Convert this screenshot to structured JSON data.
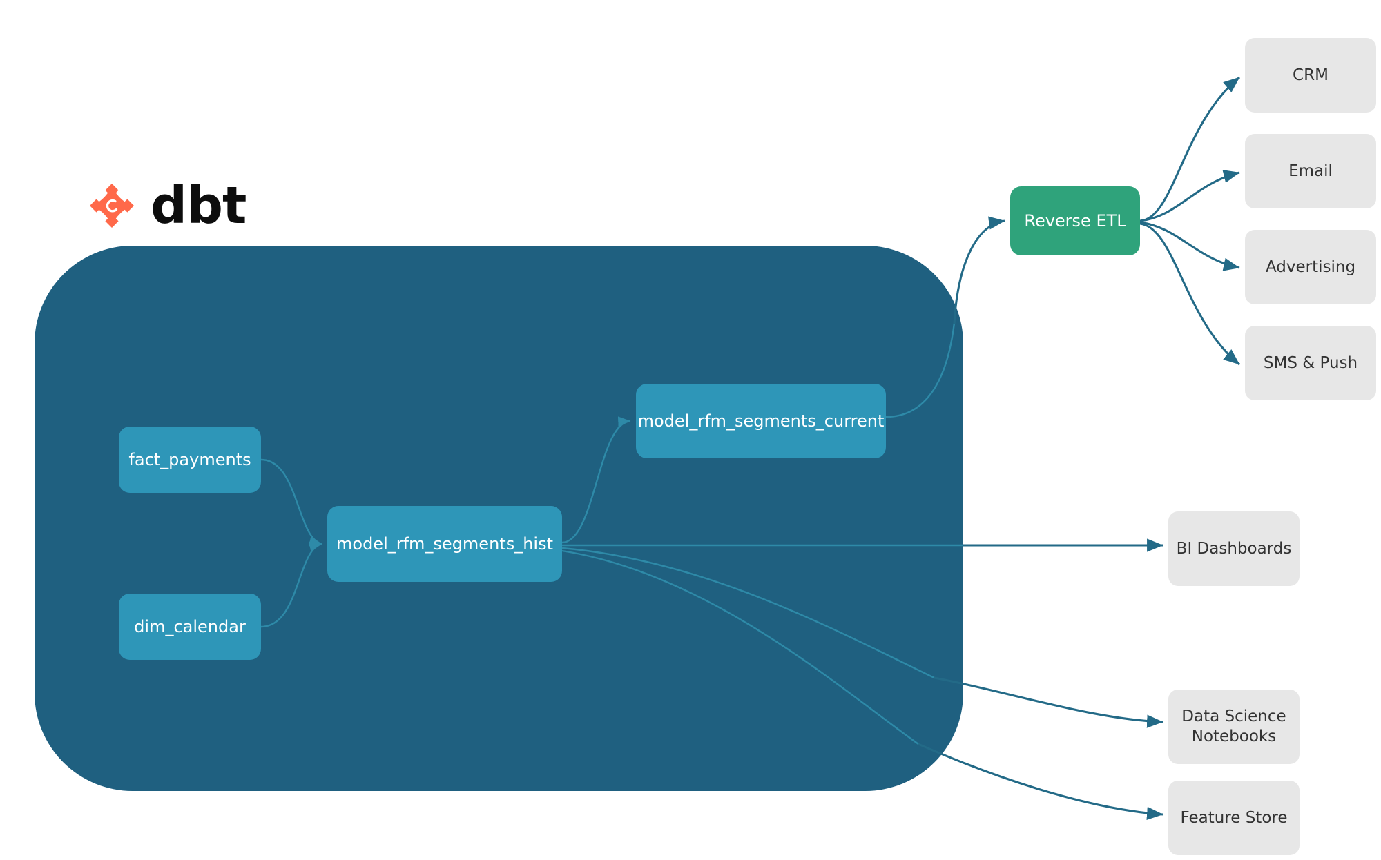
{
  "brand": {
    "name": "dbt",
    "logo_icon": "dbt-logo-icon",
    "logo_color": "#ff694a",
    "wordmark_color": "#0d0d0d"
  },
  "colors": {
    "container": "#1f6080",
    "model_node": "#2e96b8",
    "service_node": "#2fa37b",
    "destination_node": "#e7e7e7",
    "edge_outer": "#236a87",
    "edge_inner": "#2e8aa8",
    "background": "#ffffff"
  },
  "container": {
    "name": "dbt project warehouse boundary"
  },
  "models": [
    {
      "id": "fact_payments",
      "label": "fact_payments"
    },
    {
      "id": "dim_calendar",
      "label": "dim_calendar"
    },
    {
      "id": "model_rfm_segments_hist",
      "label": "model_rfm_segments_hist"
    },
    {
      "id": "model_rfm_segments_current",
      "label": "model_rfm_segments_current"
    }
  ],
  "services": [
    {
      "id": "reverse_etl",
      "label": "Reverse ETL"
    }
  ],
  "activation_destinations": [
    {
      "id": "crm",
      "label": "CRM"
    },
    {
      "id": "email",
      "label": "Email"
    },
    {
      "id": "advertising",
      "label": "Advertising"
    },
    {
      "id": "sms_push",
      "label": "SMS & Push"
    }
  ],
  "analytics_destinations": [
    {
      "id": "bi_dashboards",
      "label": "BI Dashboards"
    },
    {
      "id": "ds_notebooks",
      "label": "Data Science\nNotebooks",
      "line1": "Data Science",
      "line2": "Notebooks"
    },
    {
      "id": "feature_store",
      "label": "Feature Store"
    }
  ],
  "edges": [
    {
      "from": "fact_payments",
      "to": "model_rfm_segments_hist"
    },
    {
      "from": "dim_calendar",
      "to": "model_rfm_segments_hist"
    },
    {
      "from": "model_rfm_segments_hist",
      "to": "model_rfm_segments_current"
    },
    {
      "from": "model_rfm_segments_current",
      "to": "reverse_etl"
    },
    {
      "from": "model_rfm_segments_hist",
      "to": "bi_dashboards"
    },
    {
      "from": "model_rfm_segments_hist",
      "to": "ds_notebooks"
    },
    {
      "from": "model_rfm_segments_hist",
      "to": "feature_store"
    },
    {
      "from": "reverse_etl",
      "to": "crm"
    },
    {
      "from": "reverse_etl",
      "to": "email"
    },
    {
      "from": "reverse_etl",
      "to": "advertising"
    },
    {
      "from": "reverse_etl",
      "to": "sms_push"
    }
  ]
}
